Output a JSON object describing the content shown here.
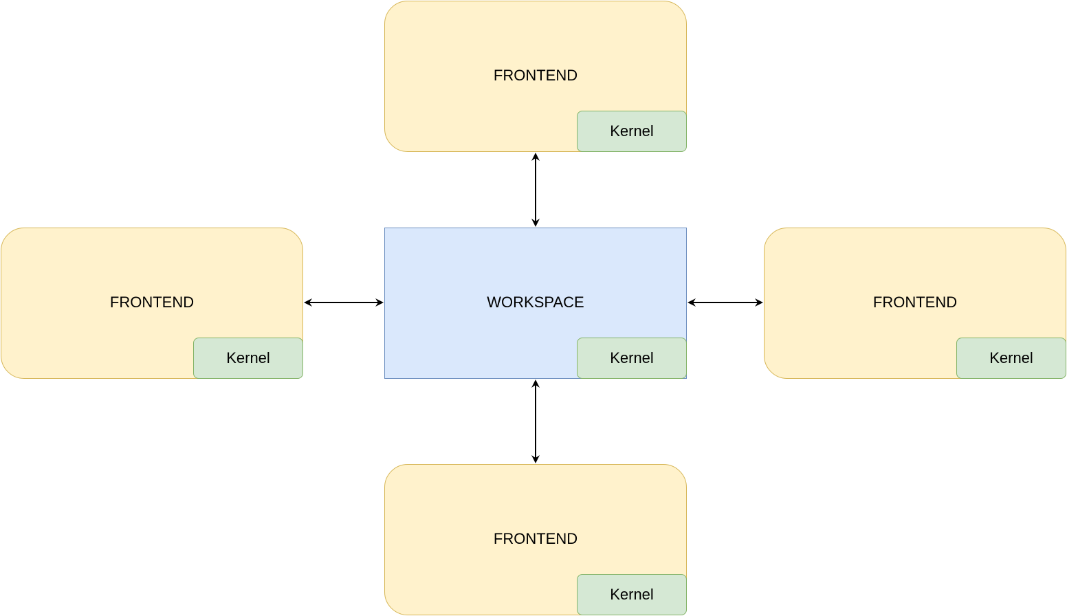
{
  "nodes": {
    "frontend_top": {
      "label": "FRONTEND",
      "kernel": "Kernel"
    },
    "frontend_left": {
      "label": "FRONTEND",
      "kernel": "Kernel"
    },
    "workspace": {
      "label": "WORKSPACE",
      "kernel": "Kernel"
    },
    "frontend_right": {
      "label": "FRONTEND",
      "kernel": "Kernel"
    },
    "frontend_bottom": {
      "label": "FRONTEND",
      "kernel": "Kernel"
    }
  },
  "colors": {
    "frontend_fill": "#fff2cc",
    "frontend_stroke": "#d6b656",
    "workspace_fill": "#dae8fc",
    "workspace_stroke": "#6c8ebf",
    "kernel_fill": "#d5e8d4",
    "kernel_stroke": "#82b366",
    "arrow": "#000000"
  }
}
